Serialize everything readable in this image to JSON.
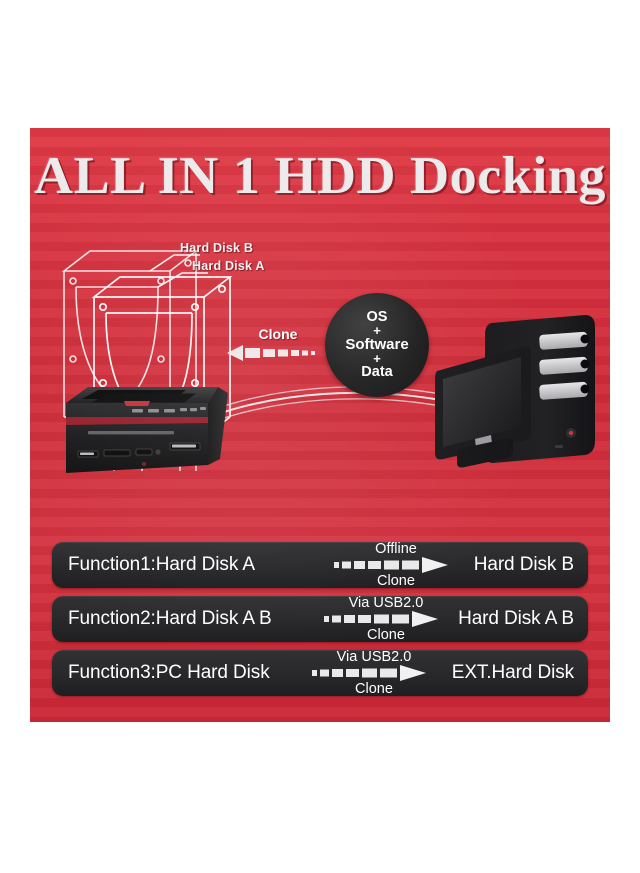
{
  "poster": {
    "title": "ALL IN 1 HDD Docking",
    "background_color": "#d32f3c",
    "panel_text_color": "#ffffff"
  },
  "illustration": {
    "drive_labels": [
      {
        "name": "hard-disk-b",
        "text": "Hard Disk B"
      },
      {
        "name": "hard-disk-a",
        "text": "Hard Disk A"
      }
    ],
    "clone_arrow": {
      "label": "Clone",
      "direction": "left"
    },
    "payload_circle": {
      "line1": "OS",
      "plus1": "+",
      "line2": "Software",
      "plus2": "+",
      "line3": "Data",
      "color": "#1a1a1a"
    },
    "devices": {
      "dock": "hdd-docking-station",
      "computer": "pc-tower",
      "display": "monitor",
      "cable": "usb-cable"
    }
  },
  "functions": [
    {
      "source": "Function1:Hard Disk A",
      "mode_top": "Offline",
      "mode_bottom": "Clone",
      "target": "Hard Disk B"
    },
    {
      "source": "Function2:Hard Disk A B",
      "mode_top": "Via USB2.0",
      "mode_bottom": "Clone",
      "target": "Hard Disk A  B"
    },
    {
      "source": "Function3:PC Hard Disk",
      "mode_top": "Via USB2.0",
      "mode_bottom": "Clone",
      "target": "EXT.Hard Disk"
    }
  ]
}
